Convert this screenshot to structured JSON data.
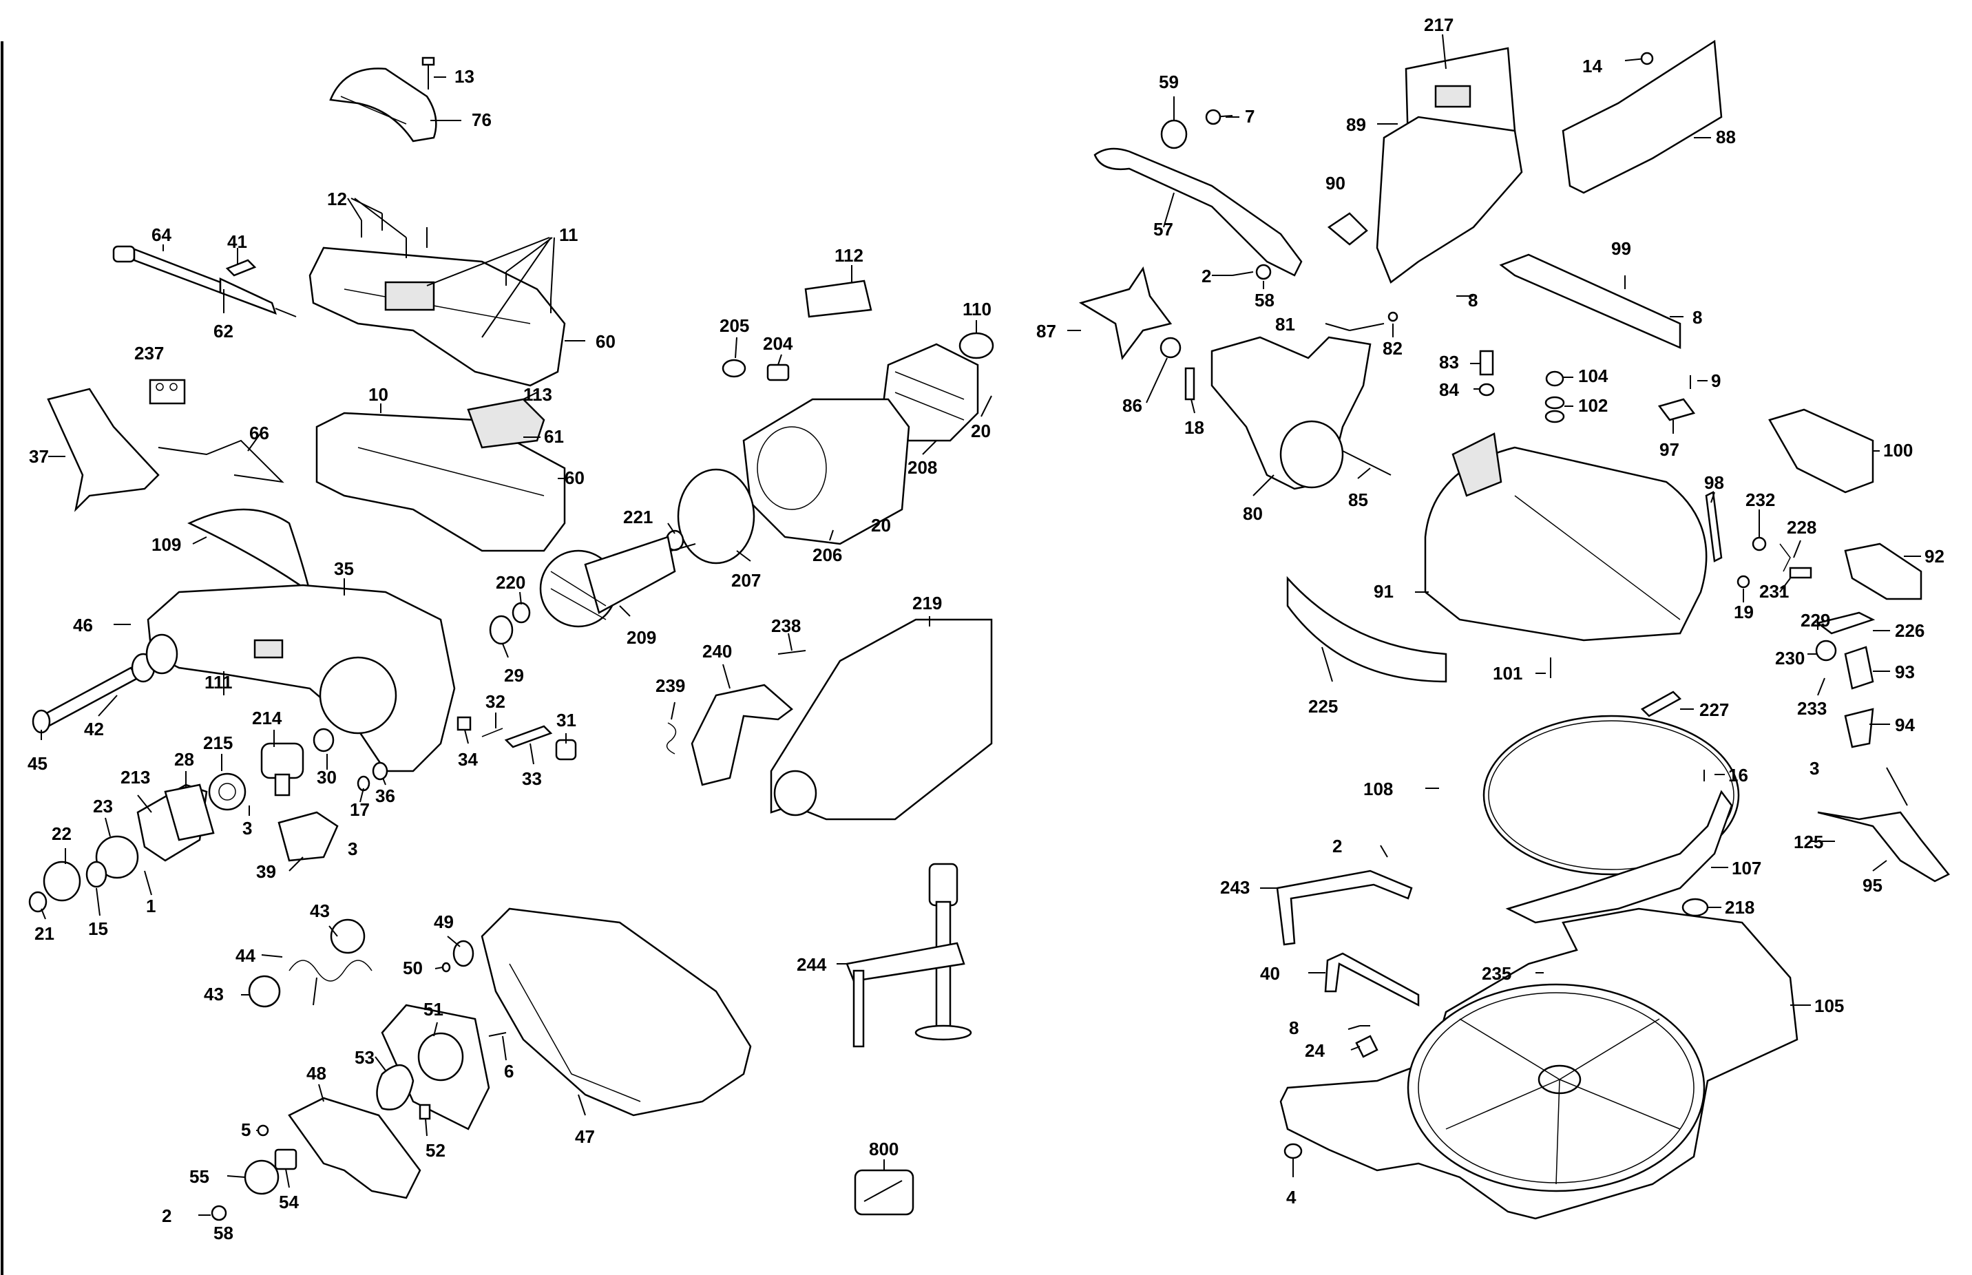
{
  "diagram": {
    "labels": [
      "13",
      "76",
      "12",
      "11",
      "64",
      "41",
      "62",
      "60",
      "237",
      "10",
      "113",
      "61",
      "37",
      "66",
      "109",
      "35",
      "46",
      "111",
      "45",
      "42",
      "214",
      "215",
      "28",
      "213",
      "23",
      "22",
      "21",
      "15",
      "1",
      "3",
      "39",
      "30",
      "17",
      "36",
      "34",
      "32",
      "33",
      "31",
      "112",
      "205",
      "204",
      "110",
      "20",
      "208",
      "221",
      "206",
      "207",
      "220",
      "29",
      "209",
      "219",
      "238",
      "240",
      "239",
      "244",
      "43",
      "44",
      "49",
      "50",
      "51",
      "53",
      "48",
      "5",
      "55",
      "54",
      "2",
      "58",
      "52",
      "6",
      "47",
      "800",
      "217",
      "14",
      "89",
      "88",
      "59",
      "7",
      "57",
      "90",
      "99",
      "8",
      "87",
      "81",
      "82",
      "86",
      "18",
      "80",
      "85",
      "83",
      "104",
      "84",
      "102",
      "9",
      "97",
      "100",
      "98",
      "232",
      "228",
      "92",
      "91",
      "19",
      "231",
      "229",
      "226",
      "230",
      "93",
      "101",
      "225",
      "227",
      "233",
      "94",
      "108",
      "16",
      "107",
      "125",
      "95",
      "243",
      "218",
      "235",
      "105",
      "40",
      "24",
      "4"
    ]
  }
}
